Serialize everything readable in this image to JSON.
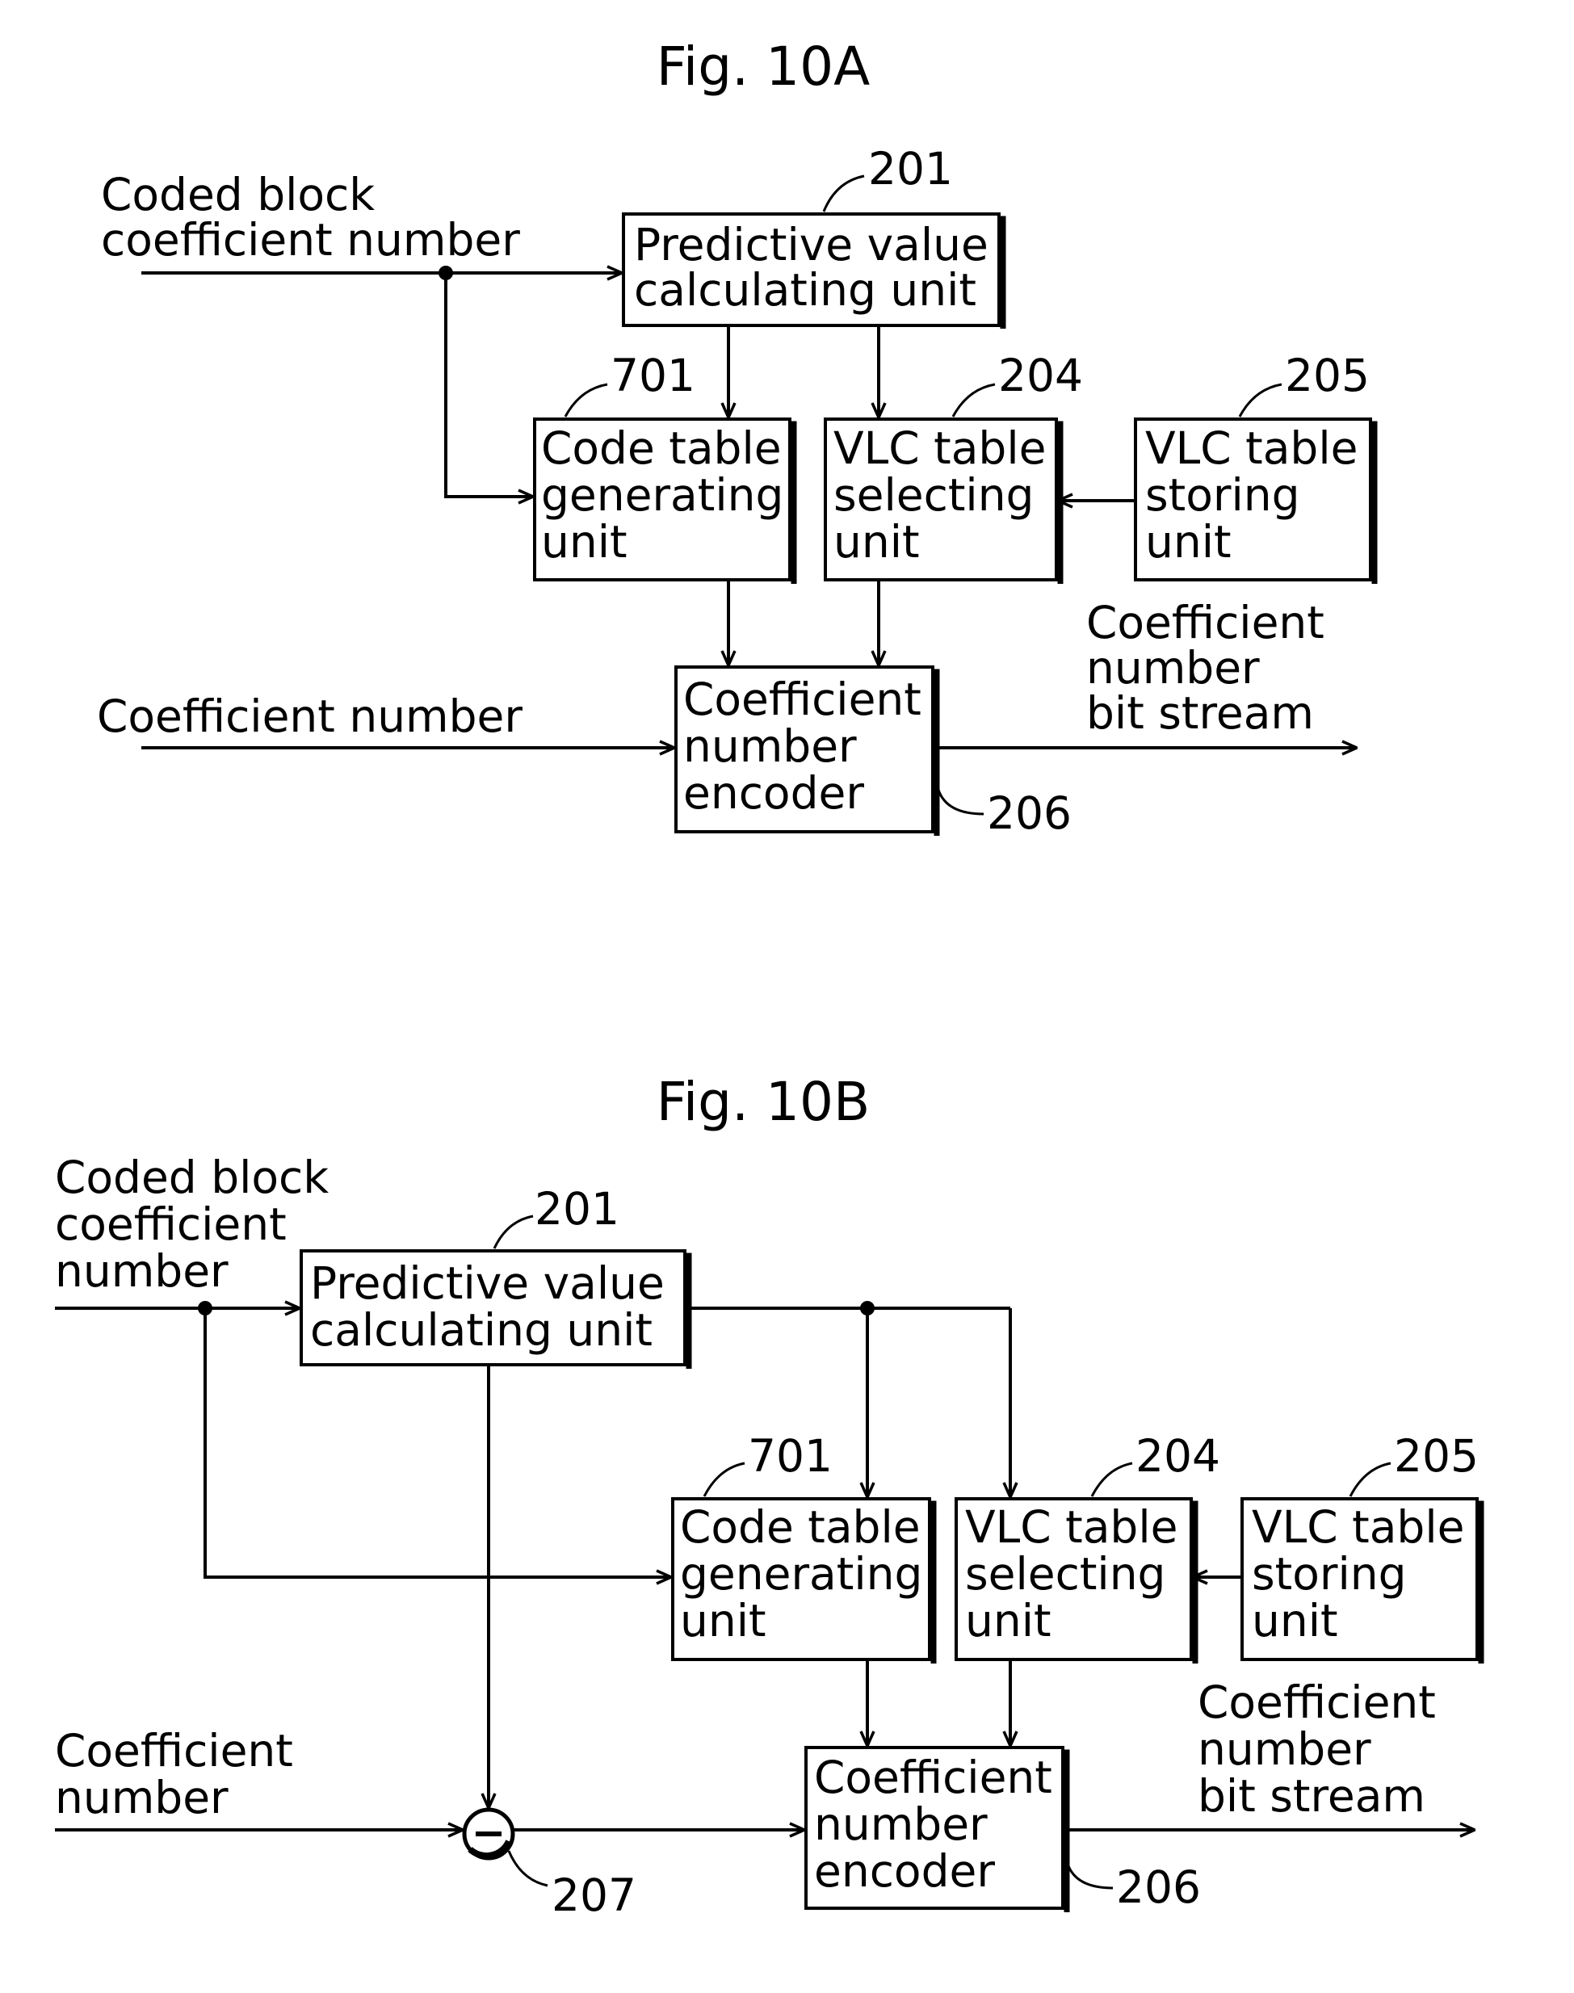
{
  "fig_a": {
    "title": "Fig. 10A",
    "input_coded": [
      "Coded block",
      "coefficient number"
    ],
    "input_coef": [
      "Coefficient number"
    ],
    "output": [
      "Coefficient",
      "number",
      "bit stream"
    ],
    "predictive": {
      "lines": [
        "Predictive value",
        "calculating unit"
      ],
      "ref": "201"
    },
    "code_table": {
      "lines": [
        "Code table",
        "generating",
        "unit"
      ],
      "ref": "701"
    },
    "vlc_select": {
      "lines": [
        "VLC table",
        "selecting",
        "unit"
      ],
      "ref": "204"
    },
    "vlc_store": {
      "lines": [
        "VLC table",
        "storing",
        "unit"
      ],
      "ref": "205"
    },
    "encoder": {
      "lines": [
        "Coefficient",
        "number",
        "encoder"
      ],
      "ref": "206"
    }
  },
  "fig_b": {
    "title": "Fig. 10B",
    "input_coded": [
      "Coded block",
      "coefficient",
      "number"
    ],
    "input_coef": [
      "Coefficient",
      "number"
    ],
    "output": [
      "Coefficient",
      "number",
      "bit stream"
    ],
    "predictive": {
      "lines": [
        "Predictive value",
        "calculating unit"
      ],
      "ref": "201"
    },
    "code_table": {
      "lines": [
        "Code table",
        "generating",
        "unit"
      ],
      "ref": "701"
    },
    "vlc_select": {
      "lines": [
        "VLC table",
        "selecting",
        "unit"
      ],
      "ref": "204"
    },
    "vlc_store": {
      "lines": [
        "VLC table",
        "storing",
        "unit"
      ],
      "ref": "205"
    },
    "encoder": {
      "lines": [
        "Coefficient",
        "number",
        "encoder"
      ],
      "ref": "206"
    },
    "subtractor": {
      "ref": "207"
    }
  }
}
